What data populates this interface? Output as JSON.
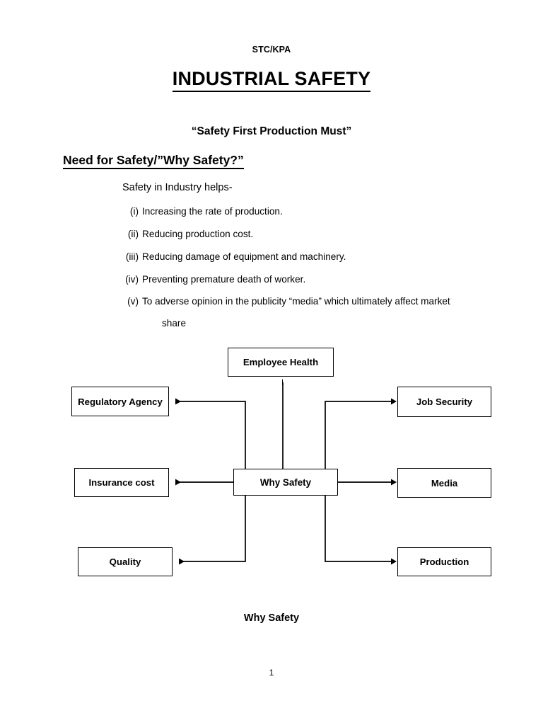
{
  "document": {
    "code": "STC/KPA",
    "title": "INDUSTRIAL SAFETY",
    "subtitle": "“Safety First Production Must”",
    "section_heading": "Need for Safety/”Why Safety?”",
    "lead_in": "Safety in Industry helps-",
    "page_number": "1"
  },
  "list": [
    {
      "marker": "(i)",
      "text": "Increasing the rate of production.",
      "wrap": ""
    },
    {
      "marker": "(ii)",
      "text": "Reducing production cost.",
      "wrap": ""
    },
    {
      "marker": "(iii)",
      "text": "Reducing damage of equipment and machinery.",
      "wrap": ""
    },
    {
      "marker": "(iv)",
      "text": "Preventing premature death of worker.",
      "wrap": ""
    },
    {
      "marker": "(v)",
      "text": "To adverse opinion in the publicity “media” which ultimately affect market",
      "wrap": "share"
    }
  ],
  "diagram": {
    "caption": "Why Safety",
    "center": "Why Safety",
    "nodes": {
      "employee_health": "Employee Health",
      "regulatory_agency": "Regulatory Agency",
      "job_security": "Job Security",
      "insurance_cost": "Insurance cost",
      "media": "Media",
      "quality": "Quality",
      "production": "Production"
    },
    "line_color": "#000000"
  }
}
